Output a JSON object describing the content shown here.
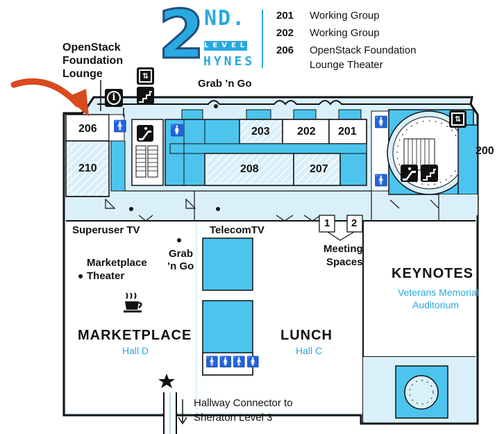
{
  "header": {
    "level_number": "2",
    "level_suffix": "ND.",
    "level_word": "LEVEL",
    "venue": "HYNES"
  },
  "legend": [
    {
      "room": "201",
      "name": "Working Group"
    },
    {
      "room": "202",
      "name": "Working Group"
    },
    {
      "room": "206",
      "name": "OpenStack Foundation Lounge Theater",
      "line1": "OpenStack Foundation",
      "line2": "Lounge Theater"
    }
  ],
  "callout": {
    "line1": "OpenStack",
    "line2": "Foundation",
    "line3": "Lounge"
  },
  "rooms": {
    "r206": "206",
    "r210": "210",
    "r203": "203",
    "r202": "202",
    "r201": "201",
    "r208": "208",
    "r207": "207",
    "r200": "200"
  },
  "labels": {
    "grab_go_top": "Grab ’n Go",
    "superuser_tv": "Superuser TV",
    "telecom_tv": "TelecomTV",
    "grab_go_mid_1": "Grab",
    "grab_go_mid_2": "’n Go",
    "marketplace_theater_1": "Marketplace",
    "marketplace_theater_2": "Theater",
    "meeting_1": "Meeting",
    "meeting_2": "Spaces",
    "meeting_room_1": "1",
    "meeting_room_2": "2",
    "keynotes": "KEYNOTES",
    "keynotes_sub_1": "Veterans Memorial",
    "keynotes_sub_2": "Auditorium",
    "marketplace": "MARKETPLACE",
    "marketplace_sub": "Hall D",
    "lunch": "LUNCH",
    "lunch_sub": "Hall C",
    "hallway_1": "Hallway Connector to",
    "hallway_2": "Sheraton Level 3"
  },
  "icons": {
    "info": "i"
  },
  "colors": {
    "room_blue": "#4cc4ee",
    "floor_light": "#d9f0fb",
    "accent": "#2a93d5",
    "arrow": "#d94a1e"
  }
}
